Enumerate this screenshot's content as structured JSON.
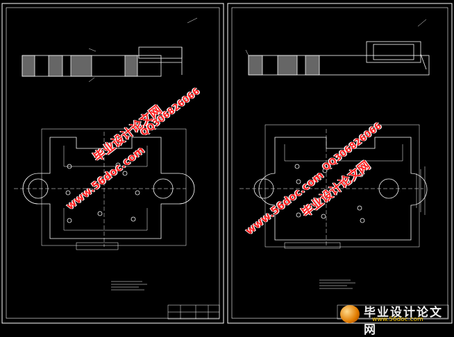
{
  "watermarks": {
    "site_cn": "毕业设计论文网",
    "site_url": "www.56doc.com",
    "qq": "QQ306826066"
  },
  "logo": {
    "cn": "毕业设计论文网",
    "url": "www.56doc.com"
  },
  "colors": {
    "background": "#000000",
    "lines": "#ffffff",
    "watermark": "#ff2020",
    "logo_accent": "#f5c400"
  }
}
